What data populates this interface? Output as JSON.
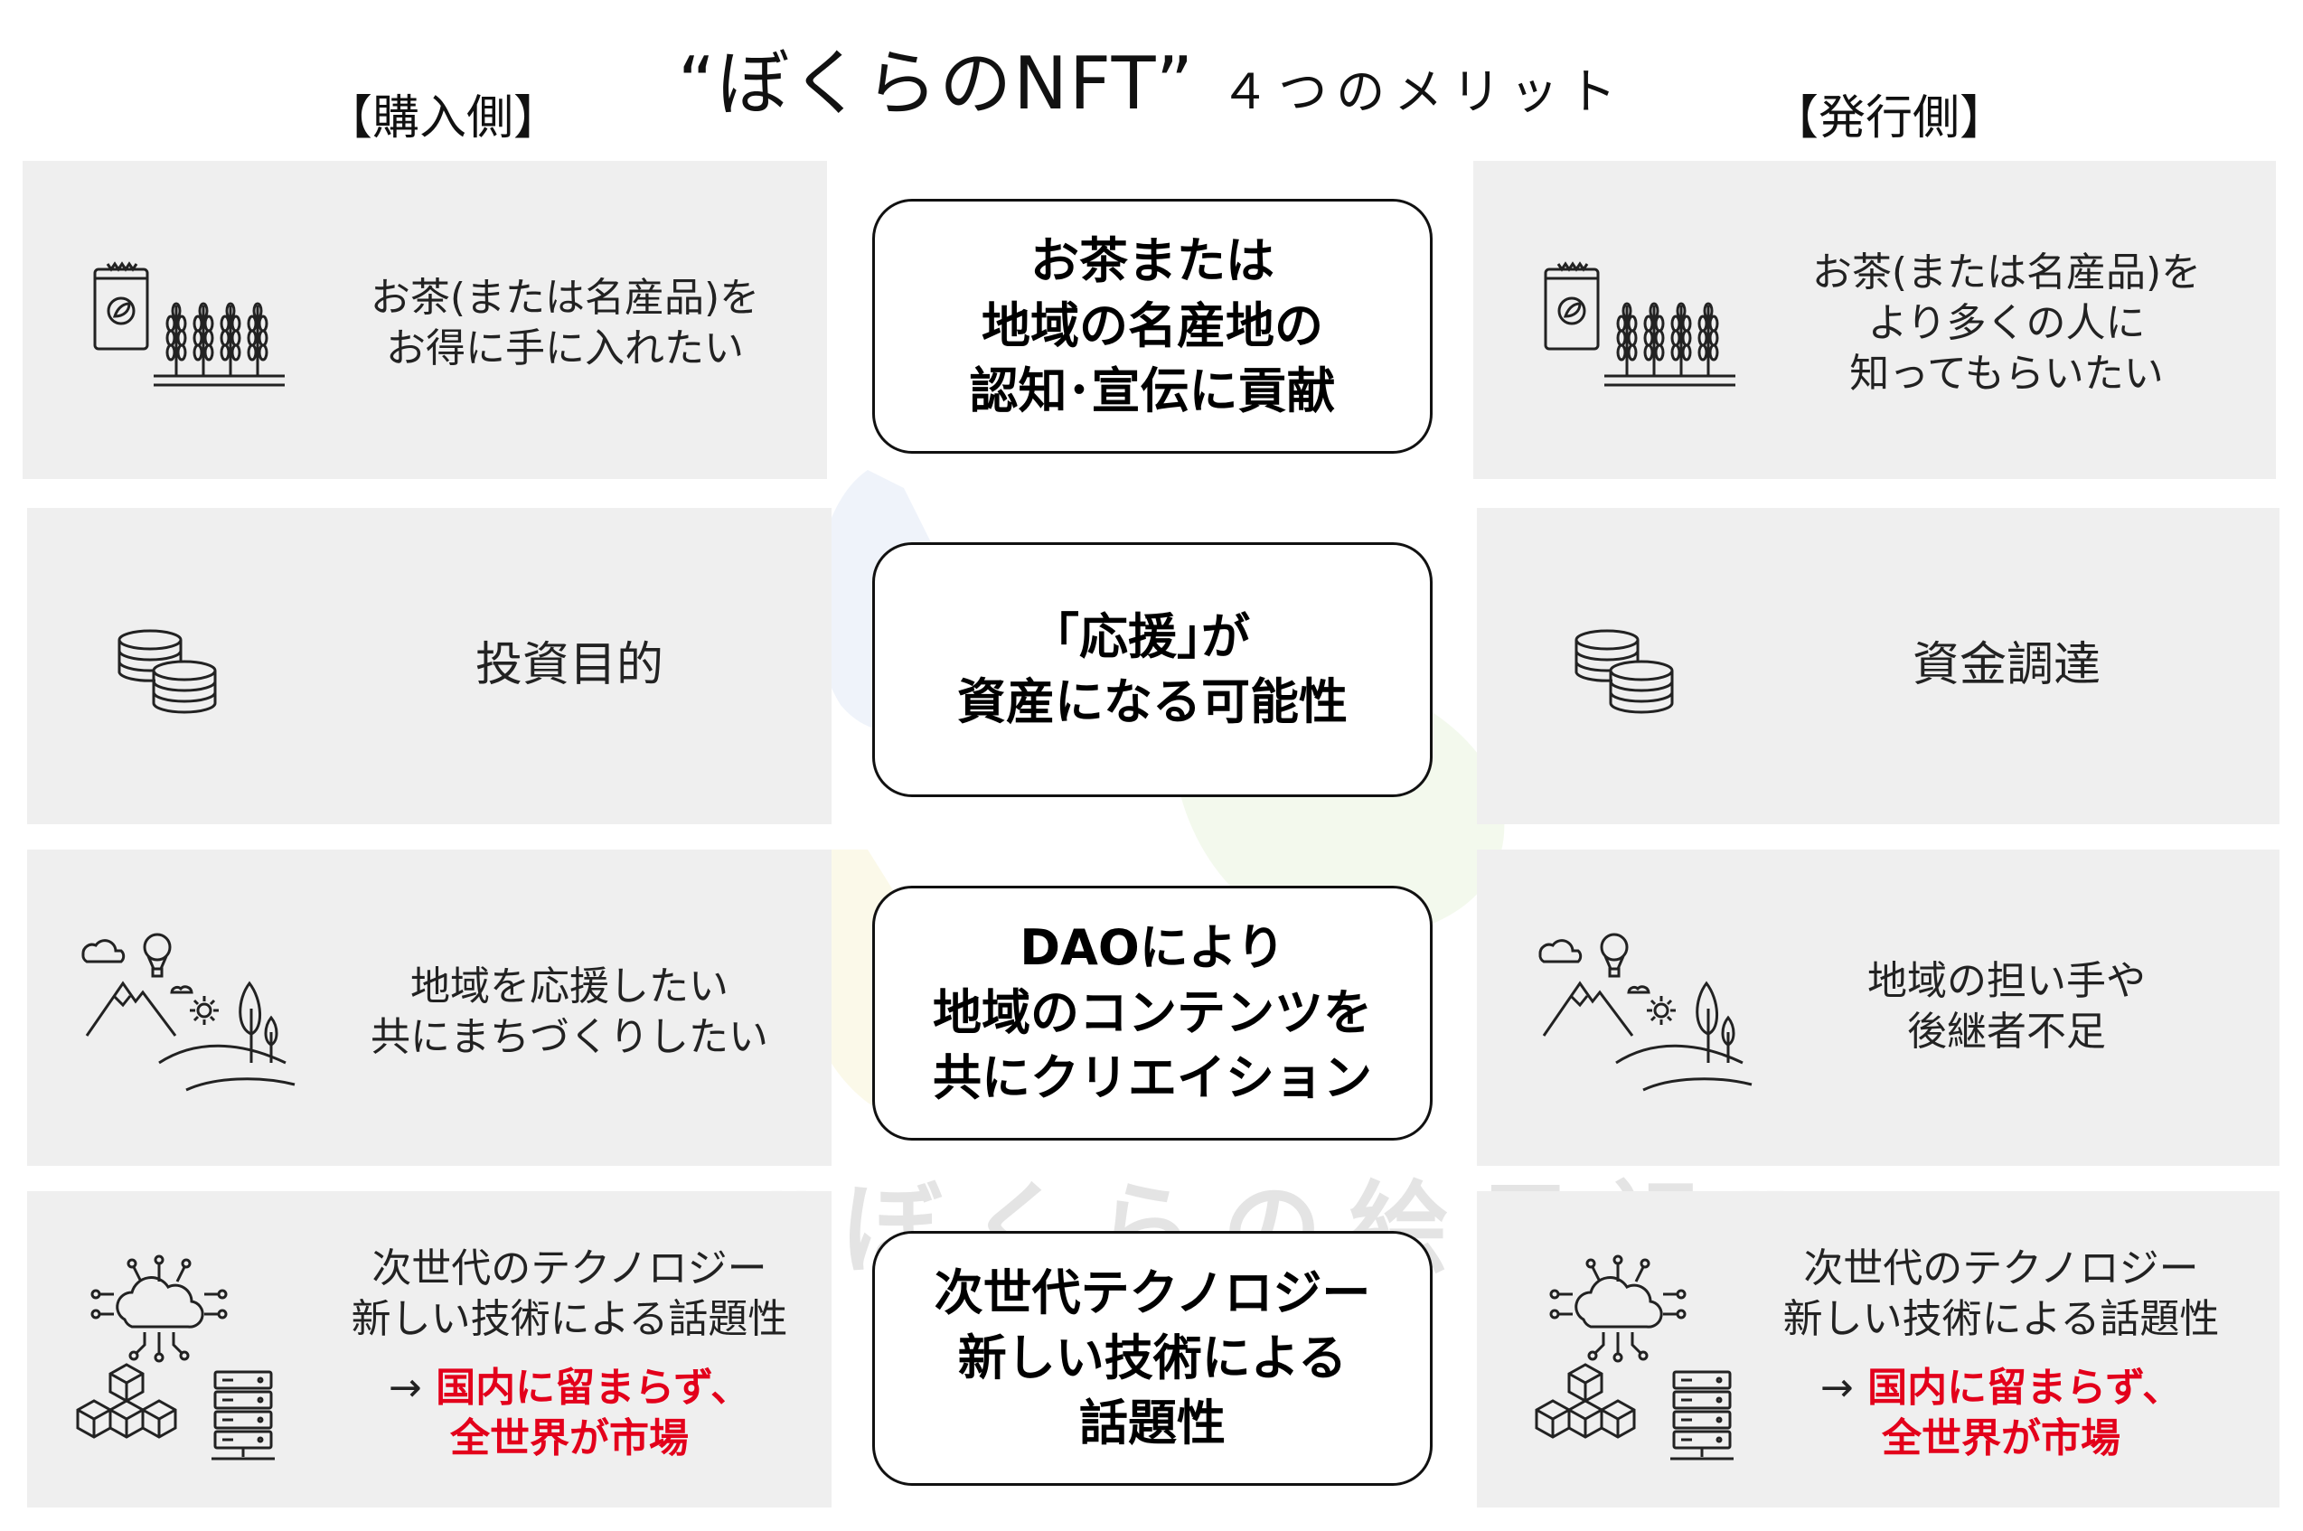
{
  "title": {
    "main": "“ぼくらのNFT”",
    "sub": "４つのメリット"
  },
  "headings": {
    "left": "【購入側】",
    "right": "【発行側】"
  },
  "watermark_text": "“ぼくらの絵日記”",
  "rows": [
    {
      "left": {
        "icon": "tea-bag-and-wheat-icon",
        "lines": [
          "お茶(または名産品)を",
          "お得に手に入れたい"
        ]
      },
      "center": [
        "お茶または",
        "地域の名産地の",
        "認知･宣伝に貢献"
      ],
      "right": {
        "icon": "tea-bag-and-wheat-icon",
        "lines": [
          "お茶(または名産品)を",
          "より多くの人に",
          "知ってもらいたい"
        ]
      }
    },
    {
      "left": {
        "icon": "coins-icon",
        "lines": [
          "投資目的"
        ]
      },
      "center": [
        "｢応援｣が",
        "資産になる可能性"
      ],
      "right": {
        "icon": "coins-icon",
        "lines": [
          "資金調達"
        ]
      }
    },
    {
      "left": {
        "icon": "landscape-icon",
        "lines": [
          "地域を応援したい",
          "共にまちづくりしたい"
        ]
      },
      "center": [
        "DAOにより",
        "地域のコンテンツを",
        "共にクリエイション"
      ],
      "right": {
        "icon": "landscape-icon",
        "lines": [
          "地域の担い手や",
          "後継者不足"
        ]
      }
    },
    {
      "left": {
        "icon": "cloud-network-icon",
        "lines": [
          "次世代のテクノロジー",
          "新しい技術による話題性"
        ],
        "arrow": "→",
        "highlight": [
          "国内に留まらず、",
          "全世界が市場"
        ]
      },
      "center": [
        "次世代テクノロジー",
        "新しい技術による",
        "話題性"
      ],
      "right": {
        "icon": "cloud-network-icon",
        "lines": [
          "次世代のテクノロジー",
          "新しい技術による話題性"
        ],
        "arrow": "→",
        "highlight": [
          "国内に留まらず、",
          "全世界が市場"
        ]
      }
    }
  ],
  "colors": {
    "panel": "#efefef",
    "highlight": "#e3001b",
    "box_border": "#111111"
  }
}
